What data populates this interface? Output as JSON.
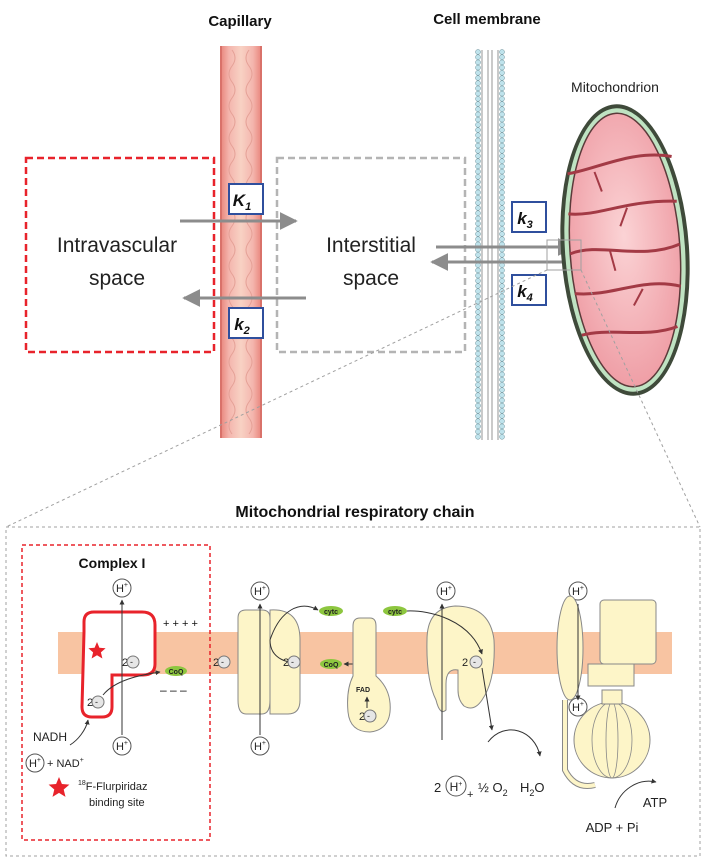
{
  "top": {
    "capillary_label": "Capillary",
    "membrane_label": "Cell membrane",
    "mito_label": "Mitochondrion",
    "intravascular": [
      "Intravascular",
      "space"
    ],
    "interstitial": [
      "Interstitial",
      "space"
    ],
    "rates": {
      "K1": {
        "letter": "K",
        "sub": "1"
      },
      "k2": {
        "letter": "k",
        "sub": "2"
      },
      "k3": {
        "letter": "k",
        "sub": "3"
      },
      "k4": {
        "letter": "k",
        "sub": "4"
      }
    }
  },
  "bottom": {
    "title": "Mitochondrial respiratory chain",
    "complex_label": "Complex I",
    "plus": "+ + + +",
    "minus": "– – –",
    "H": "H",
    "sup_plus": "+",
    "electrons": "2 e",
    "e_minus": "-",
    "e": "e",
    "coq": "CoQ",
    "cytc": "cytc",
    "fad": "FAD",
    "nadh": "NADH",
    "nad": "+ NAD",
    "water_2": "2",
    "water_half": "½ O",
    "water_o_sub": "2",
    "water_h2o": "H",
    "water_h_sub": "2",
    "water_o": "O",
    "atp": "ATP",
    "adp": "ADP + Pi",
    "legend_iso": "18",
    "legend_text": "F-Flurpiridaz",
    "legend_text2": "binding site"
  },
  "colors": {
    "red": "#e8232b",
    "arrow_gray": "#8c8c8c",
    "membrane_band": "#f8c4a2",
    "complex_fill": "#fdf5c8",
    "coq_green": "#8dc63f",
    "box_blue": "#2f4f9d",
    "mito_pink": "#f0a7ad",
    "capillary": "#f4b5ad"
  }
}
